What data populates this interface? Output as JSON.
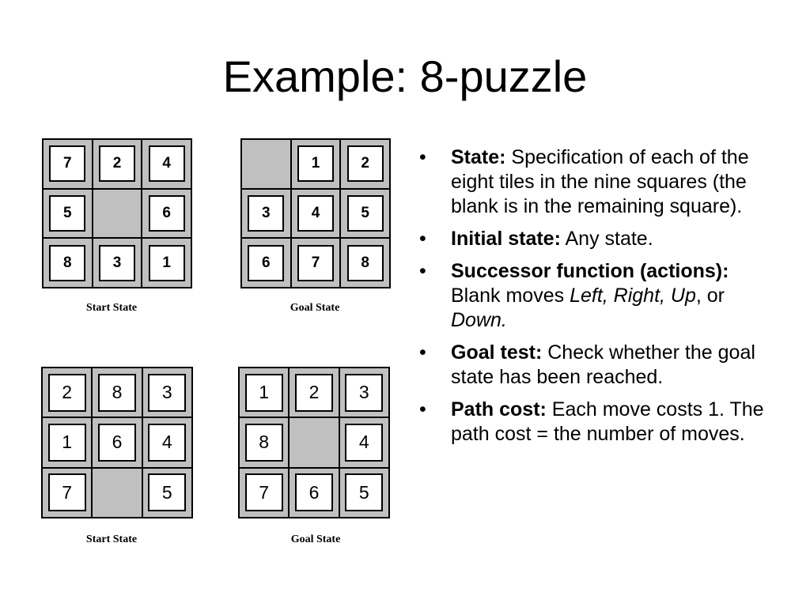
{
  "title": "Example: 8-puzzle",
  "puzzles": [
    {
      "id": "top-start",
      "tiles": [
        "7",
        "2",
        "4",
        "5",
        "",
        "6",
        "8",
        "3",
        "1"
      ],
      "caption": "Start State"
    },
    {
      "id": "top-goal",
      "tiles": [
        "",
        "1",
        "2",
        "3",
        "4",
        "5",
        "6",
        "7",
        "8"
      ],
      "caption": "Goal State"
    },
    {
      "id": "bottom-start",
      "tiles": [
        "2",
        "8",
        "3",
        "1",
        "6",
        "4",
        "7",
        "",
        "5"
      ],
      "caption": "Start State"
    },
    {
      "id": "bottom-goal",
      "tiles": [
        "1",
        "2",
        "3",
        "8",
        "",
        "4",
        "7",
        "6",
        "5"
      ],
      "caption": "Goal State"
    }
  ],
  "bullets": {
    "state": {
      "label": "State:",
      "text": " Specification of each of the eight tiles in the nine squares (the blank is in the remaining square)."
    },
    "initial": {
      "label": "Initial state:",
      "text": " Any state."
    },
    "successor": {
      "label": "Successor function (actions):",
      "text": " Blank moves ",
      "left": "Left,",
      "sep1": " ",
      "right_up": "Right, Up",
      "sep2": ", or ",
      "down": "Down."
    },
    "goal": {
      "label": "Goal test:",
      "text": " Check whether the goal state has been reached."
    },
    "cost": {
      "label": "Path cost:",
      "text": " Each move costs 1. The path cost = the number of moves."
    }
  }
}
